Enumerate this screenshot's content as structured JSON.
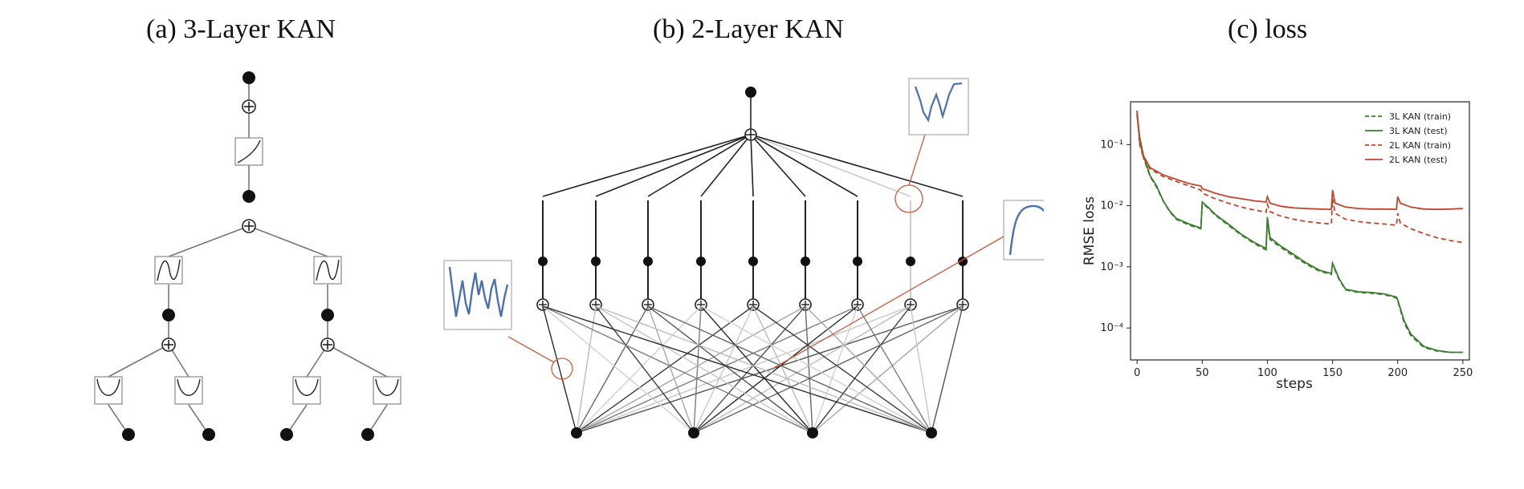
{
  "titles": {
    "a": "(a) 3-Layer KAN",
    "b": "(b) 2-Layer KAN",
    "c": "(c) loss"
  },
  "chart_data": {
    "type": "line",
    "title": "(c) loss",
    "xlabel": "steps",
    "ylabel": "RMSE loss",
    "yscale": "log",
    "xlim": [
      -5,
      255
    ],
    "ylim": [
      3e-05,
      0.5
    ],
    "x_ticks": [
      "0",
      "50",
      "100",
      "150",
      "200",
      "250"
    ],
    "y_ticks": [
      "10⁻¹",
      "10⁻²",
      "10⁻³",
      "10⁻⁴"
    ],
    "legend_position": "top-right",
    "grid": false,
    "series": [
      {
        "name": "3L KAN (train)",
        "color": "#3a7d2c",
        "style": "dashed",
        "x": [
          0,
          2,
          5,
          10,
          15,
          20,
          25,
          30,
          40,
          49,
          50,
          55,
          60,
          70,
          80,
          90,
          99,
          100,
          102,
          110,
          120,
          130,
          140,
          149,
          150,
          155,
          160,
          170,
          180,
          190,
          199,
          200,
          205,
          210,
          220,
          230,
          240,
          250
        ],
        "y": [
          0.3,
          0.12,
          0.06,
          0.03,
          0.02,
          0.012,
          0.008,
          0.006,
          0.0048,
          0.0042,
          0.011,
          0.009,
          0.007,
          0.0048,
          0.0033,
          0.0024,
          0.0019,
          0.0055,
          0.0028,
          0.0021,
          0.0015,
          0.0011,
          0.00085,
          0.00075,
          0.0011,
          0.00062,
          0.00042,
          0.00038,
          0.00037,
          0.00035,
          0.00031,
          0.00028,
          0.00012,
          7.5e-05,
          4.8e-05,
          4.2e-05,
          4e-05,
          4e-05
        ]
      },
      {
        "name": "3L KAN (test)",
        "color": "#3a7d2c",
        "style": "solid",
        "x": [
          0,
          2,
          5,
          10,
          15,
          20,
          25,
          30,
          40,
          49,
          50,
          55,
          60,
          70,
          80,
          90,
          99,
          100,
          102,
          110,
          120,
          130,
          140,
          149,
          150,
          155,
          160,
          170,
          180,
          190,
          199,
          200,
          205,
          210,
          220,
          230,
          240,
          250
        ],
        "y": [
          0.32,
          0.13,
          0.065,
          0.031,
          0.021,
          0.012,
          0.0082,
          0.0062,
          0.005,
          0.0043,
          0.0115,
          0.0092,
          0.0072,
          0.005,
          0.0034,
          0.0025,
          0.002,
          0.0065,
          0.003,
          0.0022,
          0.0016,
          0.00115,
          0.00088,
          0.00078,
          0.00115,
          0.00064,
          0.00043,
          0.00039,
          0.00038,
          0.00036,
          0.00032,
          0.00029,
          0.00013,
          8e-05,
          5e-05,
          4.3e-05,
          4e-05,
          4e-05
        ]
      },
      {
        "name": "2L KAN (train)",
        "color": "#c0452e",
        "style": "dashed",
        "x": [
          0,
          2,
          5,
          10,
          20,
          30,
          40,
          49,
          50,
          60,
          70,
          80,
          90,
          99,
          100,
          102,
          110,
          120,
          130,
          140,
          149,
          150,
          152,
          160,
          170,
          180,
          190,
          199,
          200,
          202,
          210,
          220,
          230,
          240,
          250
        ],
        "y": [
          0.35,
          0.1,
          0.06,
          0.04,
          0.03,
          0.025,
          0.021,
          0.018,
          0.016,
          0.013,
          0.011,
          0.0095,
          0.0085,
          0.0078,
          0.0105,
          0.008,
          0.0068,
          0.006,
          0.0055,
          0.0052,
          0.005,
          0.013,
          0.0075,
          0.006,
          0.0055,
          0.0052,
          0.005,
          0.0048,
          0.0075,
          0.0052,
          0.0042,
          0.0035,
          0.003,
          0.0027,
          0.0025
        ]
      },
      {
        "name": "2L KAN (test)",
        "color": "#c0452e",
        "style": "solid",
        "x": [
          0,
          2,
          5,
          10,
          20,
          30,
          40,
          49,
          50,
          60,
          70,
          80,
          90,
          99,
          100,
          102,
          110,
          120,
          130,
          140,
          149,
          150,
          152,
          160,
          170,
          180,
          190,
          199,
          200,
          202,
          210,
          220,
          230,
          240,
          250
        ],
        "y": [
          0.36,
          0.11,
          0.065,
          0.042,
          0.032,
          0.027,
          0.023,
          0.021,
          0.019,
          0.016,
          0.014,
          0.013,
          0.012,
          0.0115,
          0.014,
          0.011,
          0.0098,
          0.0092,
          0.009,
          0.0088,
          0.0087,
          0.018,
          0.011,
          0.0095,
          0.009,
          0.0088,
          0.0088,
          0.0087,
          0.014,
          0.011,
          0.0095,
          0.0088,
          0.0087,
          0.0088,
          0.009
        ]
      }
    ]
  }
}
